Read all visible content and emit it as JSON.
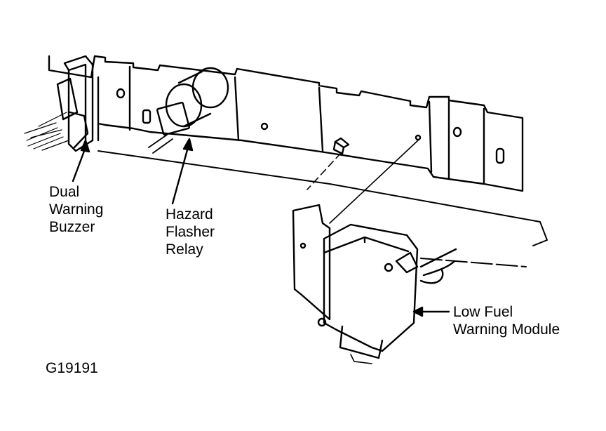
{
  "labels": {
    "dual_warning_buzzer": [
      "Dual",
      "Warning",
      "Buzzer"
    ],
    "hazard_flasher_relay": [
      "Hazard",
      "Flasher",
      "Relay"
    ],
    "low_fuel_warning_module": [
      "Low Fuel",
      "Warning Module"
    ]
  },
  "figure_id": "G19191",
  "colors": {
    "line": "#000000",
    "background": "#ffffff"
  }
}
